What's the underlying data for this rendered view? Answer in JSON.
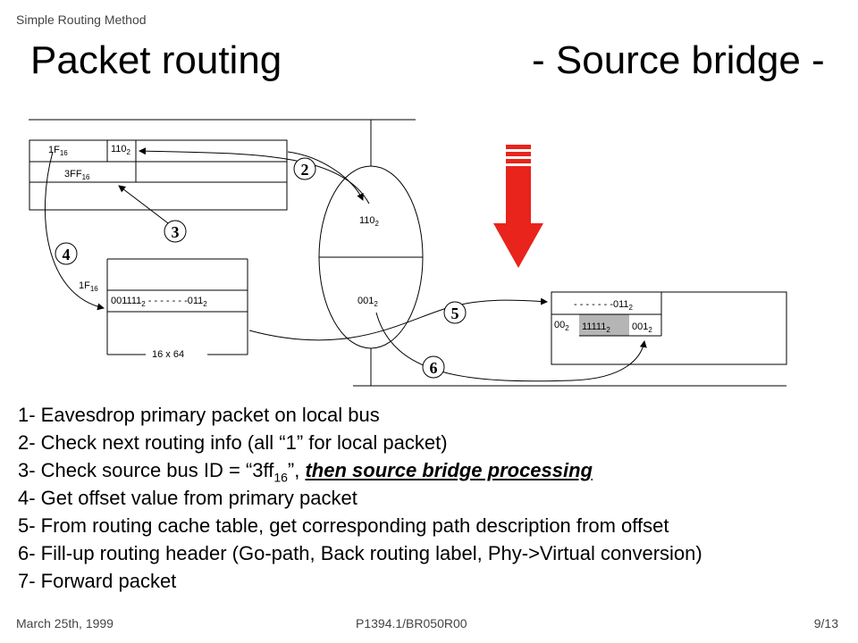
{
  "header": {
    "section": "Simple Routing Method"
  },
  "title": {
    "left": "Packet routing",
    "right": "- Source bridge -"
  },
  "diagram": {
    "table1": {
      "r1c1_main": "1F",
      "r1c1_sub": "16",
      "r1c2_main": "110",
      "r1c2_sub": "2",
      "r2_main": "3FF",
      "r2_sub": "16"
    },
    "table2": {
      "side_main": "1F",
      "side_sub": "16",
      "row_a_main": "001111",
      "row_a_sub": "2",
      "row_b_main": " - - - - - - -011",
      "row_b_sub": "2",
      "size": "16 x 64"
    },
    "bridge": {
      "top_main": "110",
      "top_sub": "2",
      "bottom_main": "001",
      "bottom_sub": "2"
    },
    "table3": {
      "row1_main": "- - - - - - -011",
      "row1_sub": "2",
      "left_main": "00",
      "left_sub": "2",
      "cell_main": "11111",
      "cell_sub": "2",
      "right_main": "001",
      "right_sub": "2"
    },
    "step_markers": [
      "2",
      "3",
      "4",
      "5",
      "6"
    ],
    "colors": {
      "arrow_red": "#e8241c",
      "shaded_cell": "#b5b5b5"
    }
  },
  "steps": {
    "s1": "1- Eavesdrop primary packet on local bus",
    "s2": "2- Check next routing info (all “1” for local packet)",
    "s3_pre": "3- Check source bus ID = “3ff",
    "s3_sub": "16",
    "s3_post": "”, ",
    "s3_emph": "then source bridge processing",
    "s4": "4- Get offset value from primary packet",
    "s5": "5- From routing cache table, get corresponding path description from offset",
    "s6": "6- Fill-up routing header (Go-path, Back routing label, Phy->Virtual conversion)",
    "s7": "7- Forward packet"
  },
  "footer": {
    "date": "March 25th, 1999",
    "doc": "P1394.1/BR050R00",
    "page": "9/13"
  }
}
